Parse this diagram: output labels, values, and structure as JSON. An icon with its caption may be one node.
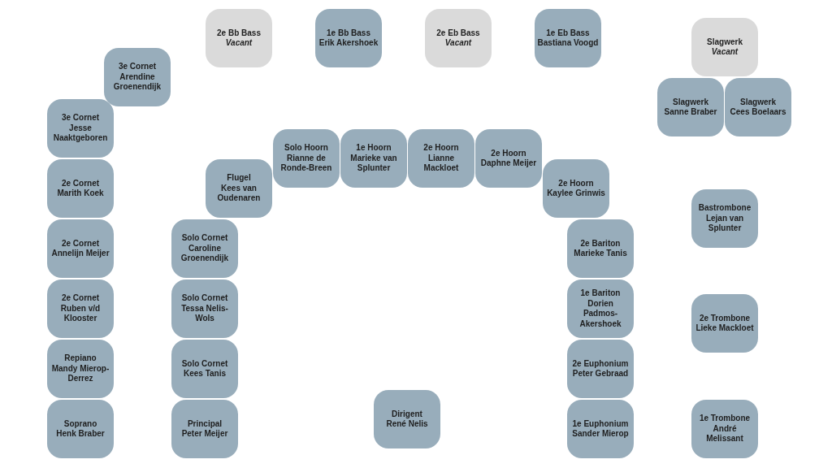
{
  "diagram": {
    "nodes": [
      {
        "text": [
          "2e Bb Bass",
          "Vacant"
        ]
      },
      {
        "text": [
          "1e Bb Bass",
          "Erik Akershoek"
        ]
      },
      {
        "text": [
          "2e Eb Bass",
          "Vacant"
        ]
      },
      {
        "text": [
          "1e Eb Bass",
          "Bastiana Voogd"
        ]
      },
      {
        "text": [
          "Slagwerk",
          "Vacant"
        ]
      },
      {
        "text": [
          "3e Cornet",
          "Arendine Groenendijk"
        ]
      },
      {
        "text": [
          "Slagwerk",
          "Sanne Braber"
        ]
      },
      {
        "text": [
          "Slagwerk",
          "Cees Boelaars"
        ]
      },
      {
        "text": [
          "3e Cornet",
          "Jesse Naaktgeboren"
        ]
      },
      {
        "text": [
          "Solo Hoorn",
          "Rianne de Ronde-Breen"
        ]
      },
      {
        "text": [
          "1e Hoorn",
          "Marieke van Splunter"
        ]
      },
      {
        "text": [
          "2e Hoorn",
          "Lianne Mackloet"
        ]
      },
      {
        "text": [
          "2e Hoorn",
          "Daphne Meijer"
        ]
      },
      {
        "text": [
          "Flugel",
          "Kees van Oudenaren"
        ]
      },
      {
        "text": [
          "2e Cornet",
          "Marith Koek"
        ]
      },
      {
        "text": [
          "2e Hoorn",
          "Kaylee Grinwis"
        ]
      },
      {
        "text": [
          "Bastrombone",
          "Lejan van Splunter"
        ]
      },
      {
        "text": [
          "2e Cornet",
          "Annelijn Meijer"
        ]
      },
      {
        "text": [
          "Solo Cornet",
          "Caroline Groenendijk"
        ]
      },
      {
        "text": [
          "2e Bariton",
          "Marieke Tanis"
        ]
      },
      {
        "text": [
          "2e Cornet",
          "Ruben v/d Klooster"
        ]
      },
      {
        "text": [
          "Solo Cornet",
          "Tessa Nelis-Wols"
        ]
      },
      {
        "text": [
          "1e Bariton",
          "Dorien Padmos-Akershoek"
        ]
      },
      {
        "text": [
          "2e Trombone",
          "Lieke Mackloet"
        ]
      },
      {
        "text": [
          "Repiano",
          "Mandy Mierop-Derrez"
        ]
      },
      {
        "text": [
          "Solo Cornet",
          "Kees Tanis"
        ]
      },
      {
        "text": [
          "2e Euphonium",
          "Peter Gebraad"
        ]
      },
      {
        "text": [
          "Dirigent",
          "René Nelis"
        ]
      },
      {
        "text": [
          "Soprano",
          "Henk Braber"
        ]
      },
      {
        "text": [
          "Principal",
          "Peter Meijer"
        ]
      },
      {
        "text": [
          "1e Euphonium",
          "Sander Mierop"
        ]
      },
      {
        "text": [
          "1e Trombone",
          "André Melissant"
        ]
      }
    ]
  }
}
